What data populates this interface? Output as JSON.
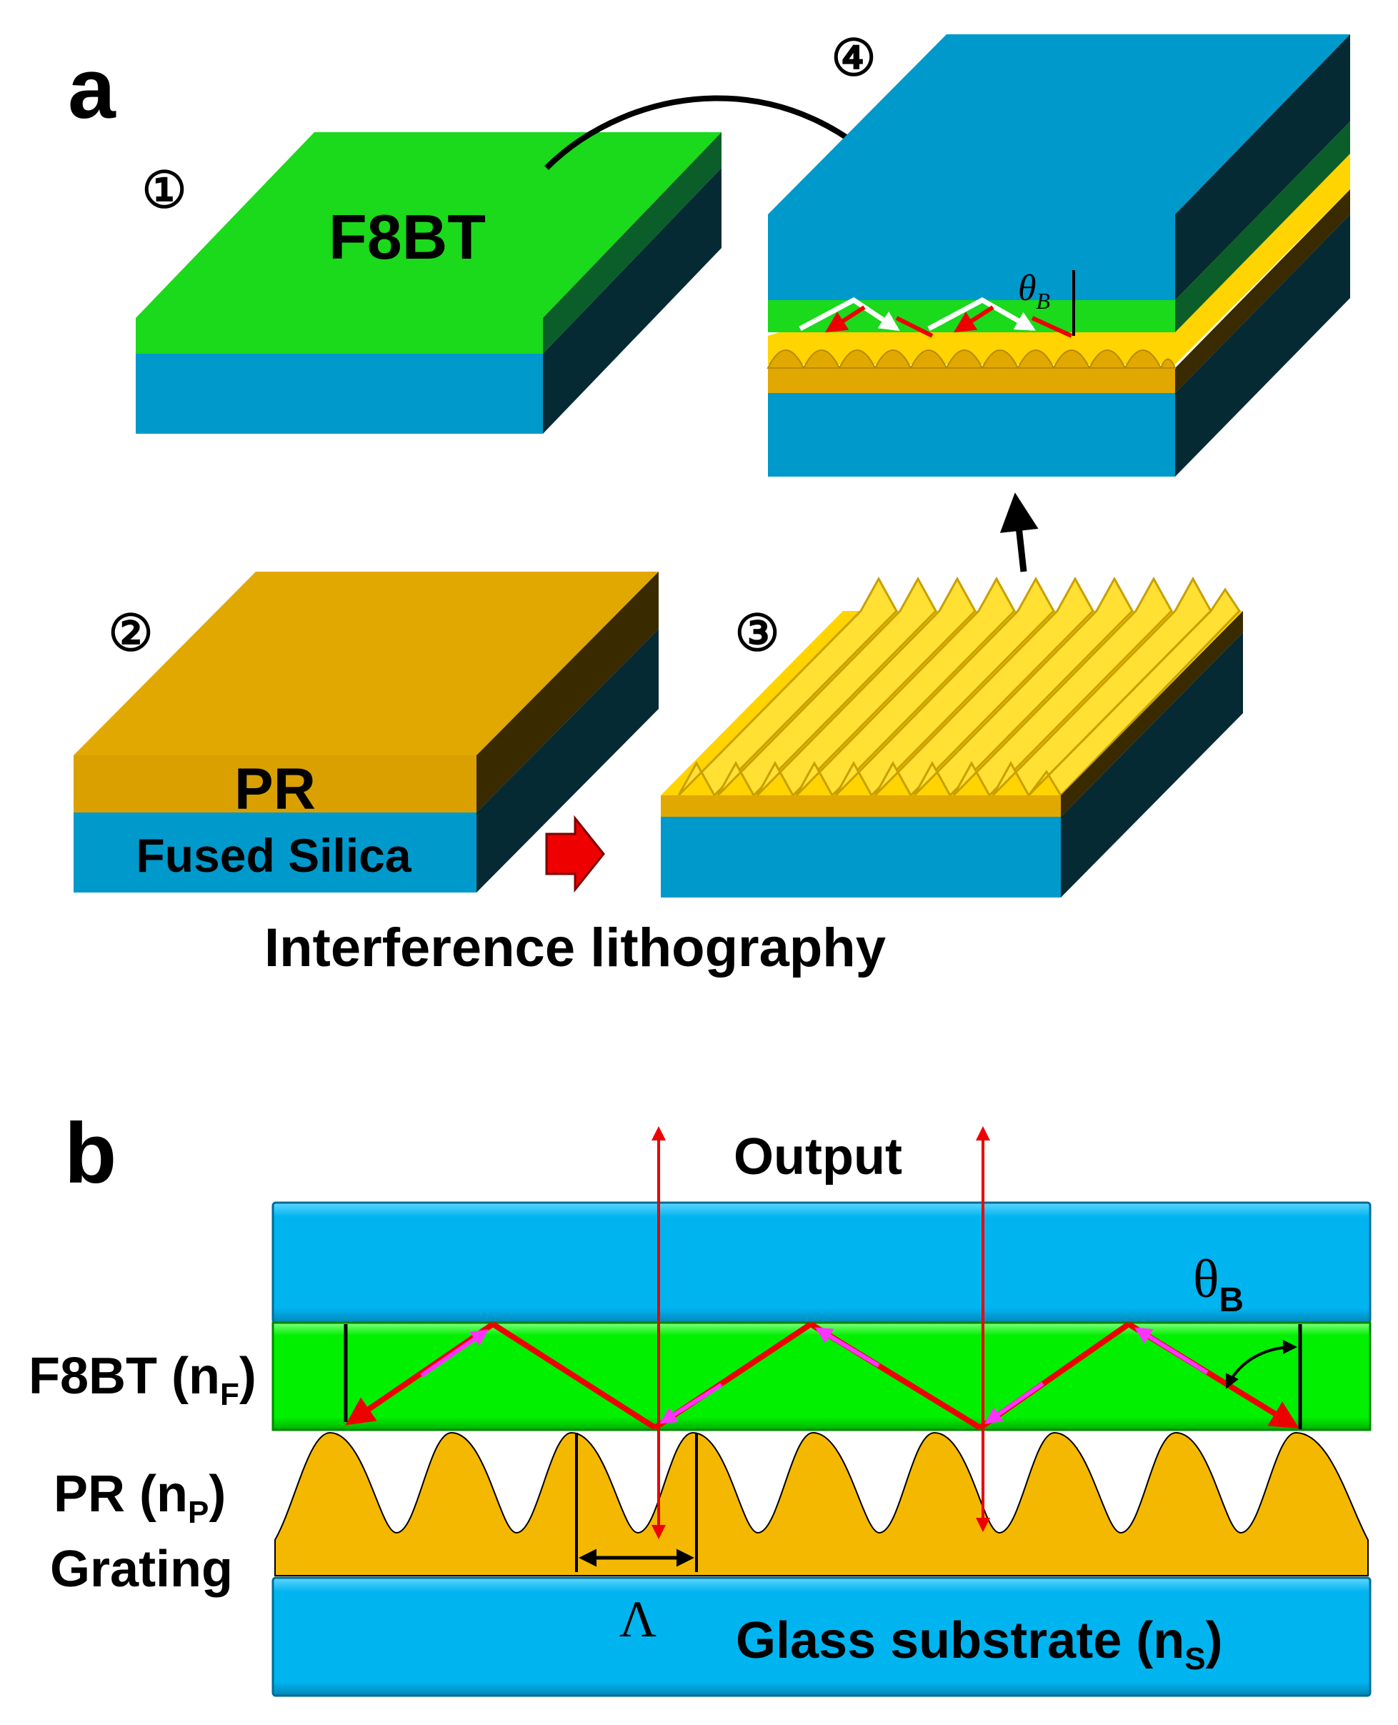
{
  "panel_a": {
    "letter": "a",
    "steps": {
      "s1": "①",
      "s2": "②",
      "s3": "③",
      "s4": "④"
    },
    "f8bt_label": "F8BT",
    "pr_label": "PR",
    "substrate_label": "Fused Silica",
    "process_label": "Interference lithography",
    "angle_symbol": "θ",
    "angle_subscript": "B"
  },
  "panel_b": {
    "letter": "b",
    "output_label": "Output",
    "angle_symbol": "θ",
    "angle_subscript": "B",
    "f8bt_label": "F8BT (n",
    "f8bt_sub": "F",
    "close_paren": ")",
    "pr_label": "PR (n",
    "pr_sub": "P",
    "grating_label": "Grating",
    "period_symbol": "Λ",
    "substrate_label": "Glass substrate (n",
    "substrate_sub": "S"
  },
  "colors": {
    "blue": "#0099CC",
    "blue_bright": "#00B4F0",
    "green": "#1BD91B",
    "green_bright": "#00F000",
    "gold": "#E0A800",
    "yellow": "#FFD400",
    "dark_side": "#062A33",
    "red": "#EE0000",
    "magenta": "#FF33FF"
  }
}
